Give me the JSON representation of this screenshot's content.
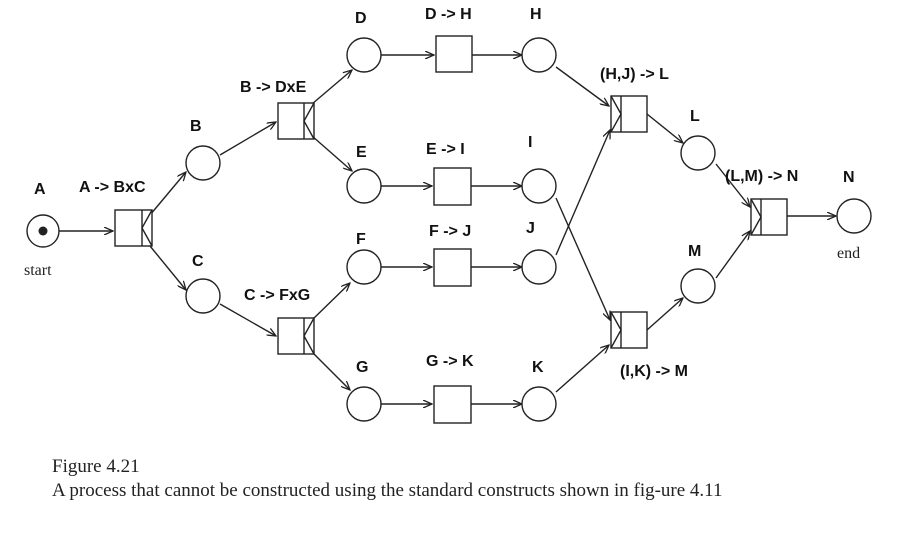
{
  "places": {
    "A": {
      "label": "A",
      "note": "start"
    },
    "B": {
      "label": "B"
    },
    "C": {
      "label": "C"
    },
    "D": {
      "label": "D"
    },
    "E": {
      "label": "E"
    },
    "F": {
      "label": "F"
    },
    "G": {
      "label": "G"
    },
    "H": {
      "label": "H"
    },
    "I": {
      "label": "I"
    },
    "J": {
      "label": "J"
    },
    "K": {
      "label": "K"
    },
    "L": {
      "label": "L"
    },
    "M": {
      "label": "M"
    },
    "N": {
      "label": "N",
      "note": "end"
    }
  },
  "transitions": {
    "t1": {
      "label": "A -> BxC"
    },
    "t2": {
      "label": "B -> DxE"
    },
    "t3": {
      "label": "C -> FxG"
    },
    "t4": {
      "label": "D -> H"
    },
    "t5": {
      "label": "E -> I"
    },
    "t6": {
      "label": "F -> J"
    },
    "t7": {
      "label": "G -> K"
    },
    "t8": {
      "label": "(H,J) -> L"
    },
    "t9": {
      "label": "(I,K) -> M"
    },
    "t10": {
      "label": "(L,M) -> N"
    }
  },
  "caption": {
    "title": "Figure 4.21",
    "text": "A process that cannot be constructed using the standard constructs shown in fig-ure 4.11"
  }
}
